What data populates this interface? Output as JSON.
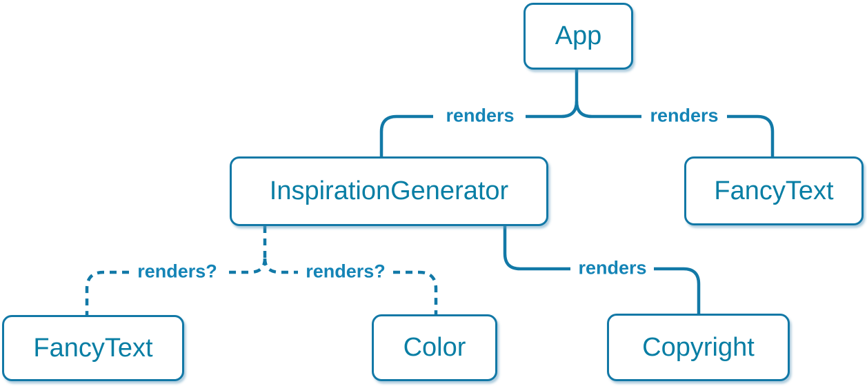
{
  "colors": {
    "background": "#ffffff",
    "line": "#1279a7",
    "edge_label": "#1484b6",
    "box_border": "#1278a6",
    "box_text": "#087ea4",
    "box_fill": "#ffffff"
  },
  "nodes": [
    {
      "id": "app",
      "label": "App"
    },
    {
      "id": "inspiration-generator",
      "label": "InspirationGenerator"
    },
    {
      "id": "fancy-text-top",
      "label": "FancyText"
    },
    {
      "id": "fancy-text-bottom",
      "label": "FancyText"
    },
    {
      "id": "color",
      "label": "Color"
    },
    {
      "id": "copyright",
      "label": "Copyright"
    }
  ],
  "edges": [
    {
      "from": "App",
      "to": "InspirationGenerator",
      "label": "renders",
      "style": "solid"
    },
    {
      "from": "App",
      "to": "FancyText",
      "label": "renders",
      "style": "solid"
    },
    {
      "from": "InspirationGenerator",
      "to": "FancyText",
      "label": "renders?",
      "style": "dashed"
    },
    {
      "from": "InspirationGenerator",
      "to": "Color",
      "label": "renders?",
      "style": "dashed"
    },
    {
      "from": "InspirationGenerator",
      "to": "Copyright",
      "label": "renders",
      "style": "solid"
    }
  ]
}
